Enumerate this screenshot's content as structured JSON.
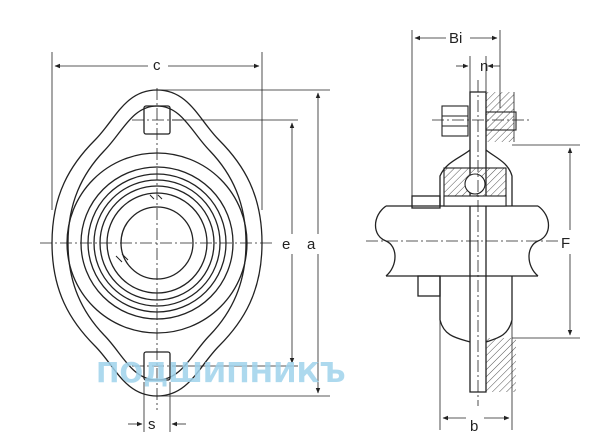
{
  "labels": {
    "c": "c",
    "s": "s",
    "e": "e",
    "a": "a",
    "bi": "Bi",
    "n": "n",
    "f": "F",
    "b": "b"
  },
  "watermark": {
    "text": "ПОДШИПНИКЪ"
  },
  "colors": {
    "line": "#222222",
    "hatch": "#555555",
    "watermark": "#9fd3ec",
    "background": "#ffffff"
  }
}
